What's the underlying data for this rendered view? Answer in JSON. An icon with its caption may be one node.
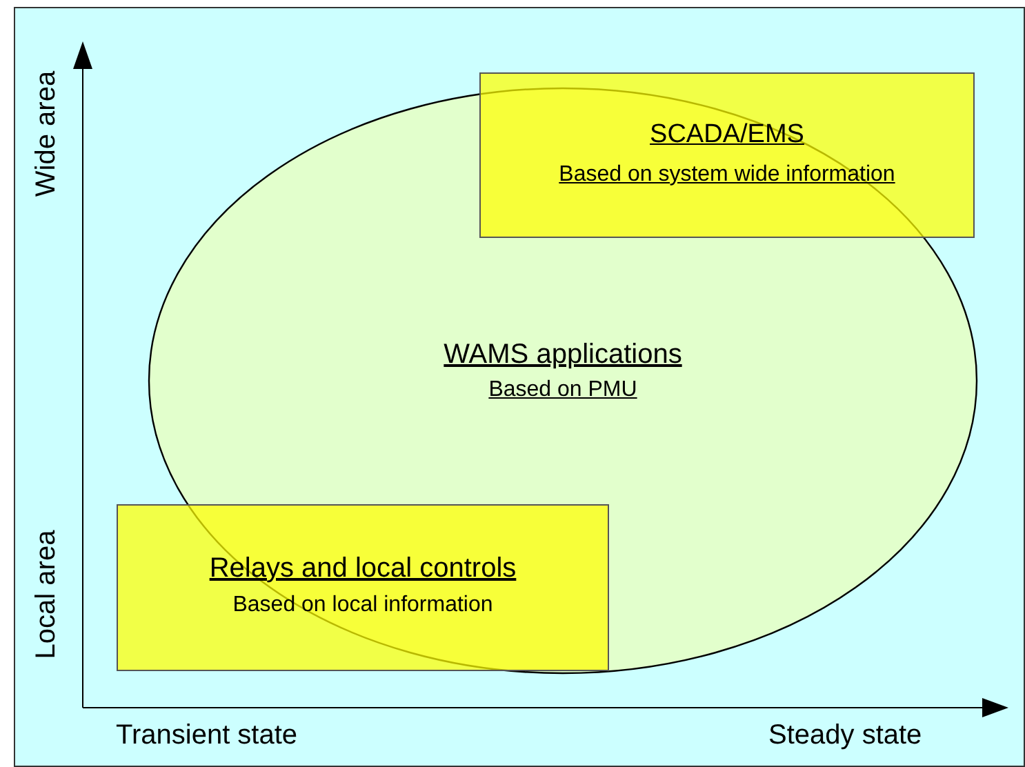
{
  "diagram": {
    "nodes": [
      {
        "text": [
          "SCADA/EMS",
          "Based on system wide information"
        ]
      },
      {
        "text": [
          "WAMS applications",
          "Based on PMU"
        ]
      },
      {
        "text": [
          "Relays and local controls",
          "Based on local information"
        ]
      }
    ],
    "labels": [
      "Wide area",
      "Local area",
      "Transient state",
      "Steady state"
    ]
  }
}
